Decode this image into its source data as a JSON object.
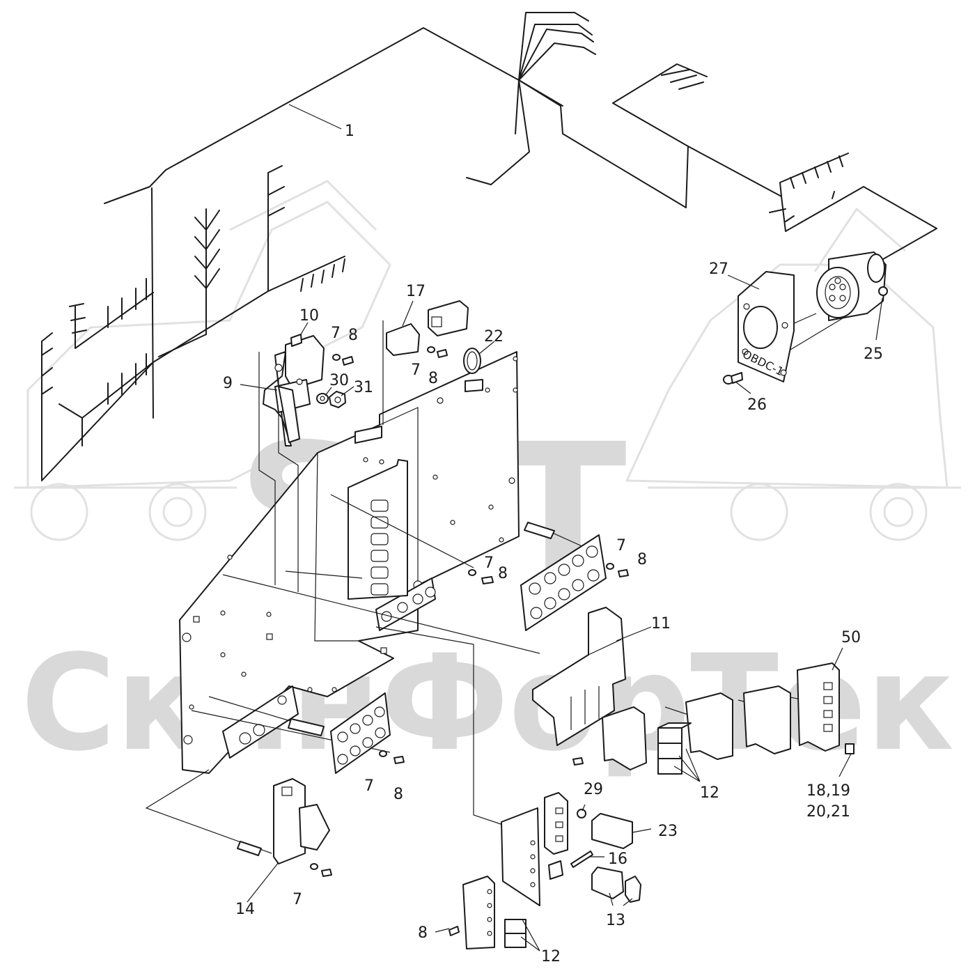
{
  "watermark": {
    "brand": "SFT",
    "company": "СканФорТек"
  },
  "plate_label": "OBDC-1",
  "callouts": [
    {
      "id": "c-1",
      "text": "1"
    },
    {
      "id": "c-17",
      "text": "17"
    },
    {
      "id": "c-10",
      "text": "10"
    },
    {
      "id": "c-7a",
      "text": "7"
    },
    {
      "id": "c-8a",
      "text": "8"
    },
    {
      "id": "c-22",
      "text": "22"
    },
    {
      "id": "c-7b",
      "text": "7"
    },
    {
      "id": "c-8b",
      "text": "8"
    },
    {
      "id": "c-9",
      "text": "9"
    },
    {
      "id": "c-30",
      "text": "30"
    },
    {
      "id": "c-31",
      "text": "31"
    },
    {
      "id": "c-27",
      "text": "27"
    },
    {
      "id": "c-25",
      "text": "25"
    },
    {
      "id": "c-26",
      "text": "26"
    },
    {
      "id": "c-7c",
      "text": "7"
    },
    {
      "id": "c-8c",
      "text": "8"
    },
    {
      "id": "c-7d",
      "text": "7"
    },
    {
      "id": "c-8d",
      "text": "8"
    },
    {
      "id": "c-11",
      "text": "11"
    },
    {
      "id": "c-50",
      "text": "50"
    },
    {
      "id": "c-12a",
      "text": "12"
    },
    {
      "id": "c-1819",
      "text": "18,19"
    },
    {
      "id": "c-2021",
      "text": "20,21"
    },
    {
      "id": "c-7e",
      "text": "7"
    },
    {
      "id": "c-8e",
      "text": "8"
    },
    {
      "id": "c-29",
      "text": "29"
    },
    {
      "id": "c-23",
      "text": "23"
    },
    {
      "id": "c-16",
      "text": "16"
    },
    {
      "id": "c-13",
      "text": "13"
    },
    {
      "id": "c-14",
      "text": "14"
    },
    {
      "id": "c-7f",
      "text": "7"
    },
    {
      "id": "c-8f",
      "text": "8"
    },
    {
      "id": "c-12b",
      "text": "12"
    }
  ]
}
